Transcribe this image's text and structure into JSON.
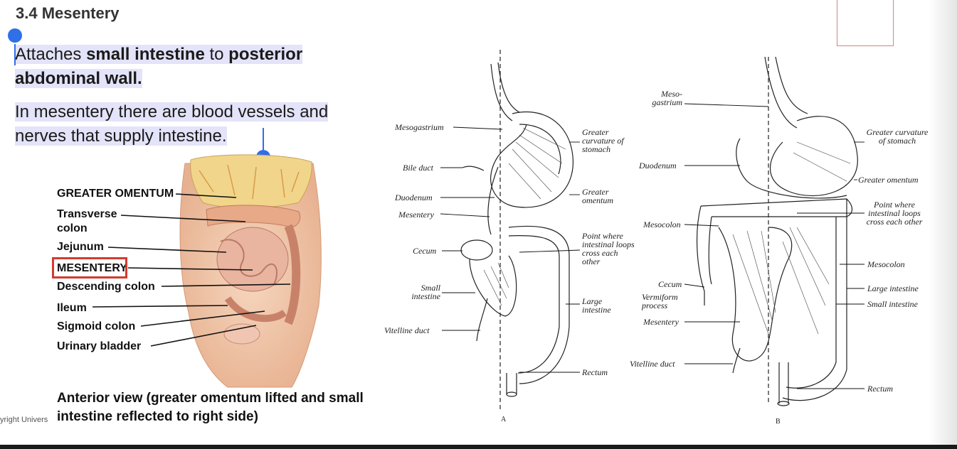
{
  "heading": "3.4 Mesentery",
  "paragraph1": {
    "t1": "Attaches ",
    "b1": "small intestine",
    "t2": " to ",
    "b2": "posterior abdominal wall."
  },
  "paragraph2": "In mesentery there are blood vessels and nerves that supply intestine.",
  "anatomy_labels": [
    "GREATER OMENTUM",
    "Transverse colon",
    "Jejunum",
    "MESENTERY",
    "Descending colon",
    "Ileum",
    "Sigmoid colon",
    "Urinary bladder"
  ],
  "caption": "Anterior view (greater omentum lifted and small intestine reflected to right side)",
  "copyright": "yright Univers",
  "diagram_a": {
    "plate": "A",
    "labels": [
      "Mesogastrium",
      "Bile duct",
      "Duodenum",
      "Mesentery",
      "Cecum",
      "Small intestine",
      "Vitelline duct",
      "Greater curvature of stomach",
      "Greater omentum",
      "Point where intestinal loops cross each other",
      "Large intestine",
      "Rectum"
    ]
  },
  "diagram_b": {
    "plate": "B",
    "labels": [
      "Meso- gastrium",
      "Duodenum",
      "Mesocolon",
      "Cecum",
      "Vermiform process",
      "Mesentery",
      "Vitelline duct",
      "Greater curvature of stomach",
      "Greater omentum",
      "Point where intestinal loops cross each other",
      "Mesocolon",
      "Large intestine",
      "Small intestine",
      "Rectum"
    ]
  },
  "colors": {
    "selection": "#e3e3f9",
    "handle": "#2f6fe8",
    "highlight_box": "#d23b2e"
  }
}
